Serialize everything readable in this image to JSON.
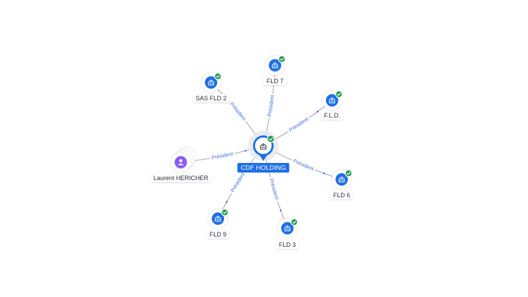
{
  "graph": {
    "center": {
      "label": "CDF HOLDING",
      "icon": "company-building-icon",
      "verified": true
    },
    "person": {
      "label": "Laurent HERICHER",
      "icon": "person-icon",
      "edge_label": "Président"
    },
    "companies": [
      {
        "label": "SAS FLD 2",
        "icon": "company-building-icon",
        "verified": true,
        "edge_label": "Président"
      },
      {
        "label": "FLD 7",
        "icon": "company-building-icon",
        "verified": true,
        "edge_label": "Président"
      },
      {
        "label": "F.L.D.",
        "icon": "company-building-icon",
        "verified": true,
        "edge_label": "Président"
      },
      {
        "label": "FLD 6",
        "icon": "company-building-icon",
        "verified": true,
        "edge_label": "Président"
      },
      {
        "label": "FLD 3",
        "icon": "company-building-icon",
        "verified": true,
        "edge_label": "Président"
      },
      {
        "label": "FLD 9",
        "icon": "company-building-icon",
        "verified": true,
        "edge_label": "Président"
      }
    ],
    "colors": {
      "company": "#1f6fe5",
      "person": "#8b5cf6",
      "verified": "#1e9b4f",
      "edge": "#8e96a6",
      "edge_label": "#3f6fd8",
      "center_badge": "#1f6fe5"
    }
  }
}
